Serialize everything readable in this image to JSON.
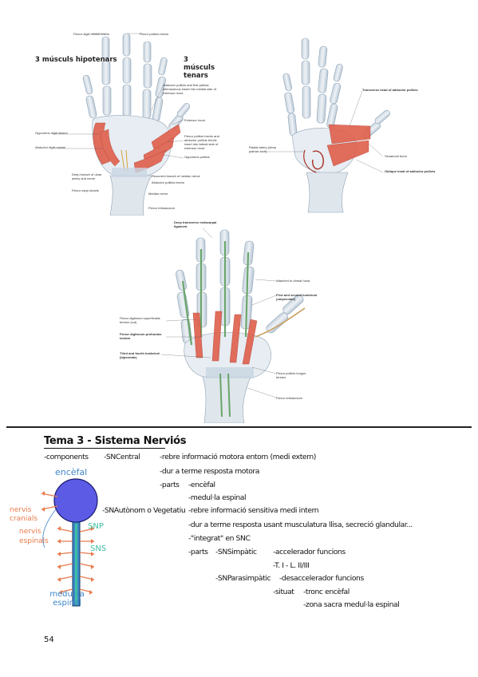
{
  "figures": {
    "fig1": {
      "left_heading": "3 músculs hipotenars",
      "right_heading": "3 músculs tenars",
      "labels": [
        "Flexor digiti minimi brevis",
        "Flexor pollicis brevis",
        "Adductor pollicis and first palmar interosseous insert into medial side of extensor hood",
        "Extensor hood",
        "Flexor pollicis brevis and abductor pollicis brevis insert into lateral side of extensor hood",
        "Opponens digiti minimi",
        "Abductor digiti minimi",
        "Opponens pollicis",
        "Deep branch of ulnar artery and nerve",
        "Recurrent branch of median nerve",
        "Abductor pollicis brevis",
        "Flexor carpi ulnaris",
        "Median nerve",
        "Flexor retinaculum"
      ]
    },
    "fig2": {
      "labels": [
        "Transverse head of adductor pollicis",
        "Radial artery (deep palmar arch)",
        "Sesamoid bone",
        "Oblique head of adductor pollicis"
      ]
    },
    "fig3": {
      "labels": [
        "Deep transverse metacarpal ligament",
        "Attached to dorsal hood",
        "First and second lumbrical (unipennate)",
        "Flexor digitorum superficialis tendon (cut)",
        "Flexor digitorum profundus tendon",
        "Third and fourth lumbrical (bipennate)",
        "Flexor pollicis longus tendon",
        "Flexor retinaculum"
      ]
    }
  },
  "notes": {
    "title": "Tema 3 - Sistema Nerviós",
    "lines": [
      "-components",
      "-SNCentral",
      "-rebre informació motora entorn (medi extern)",
      "-dur a terme resposta motora",
      "-parts",
      "-encèfal",
      "-medul·la espinal",
      "-SNAutònom o Vegetatiu",
      "-rebre informació sensitiva medi intern",
      "-dur a terme resposta usant musculatura llisa, secreció glandular...",
      "-\"integrat\" en SNC",
      "-parts",
      "-SNSimpàtic",
      "-accelerador funcions",
      "-T. I - L. II/III",
      "-SNParasimpàtic",
      "-desaccelerador funcions",
      "-situat",
      "-tronc encèfal",
      "-zona sacra medul·la espinal"
    ]
  },
  "sketch": {
    "labels": {
      "encefal": "encèfal",
      "nervis_cranials": "nervis cranials",
      "snp": "SNP",
      "nervis_espinals": "nervis espinals",
      "sns": "SNS",
      "medulla": "medul·la espinal"
    }
  },
  "page_number": "54",
  "colors": {
    "muscle": "#e0624f",
    "bone": "#dfe6ec",
    "bone_edge": "#8fa3b5",
    "sketch_blue": "#3f86c9",
    "sketch_purple": "#5b5be6",
    "sketch_orange": "#e87a4c",
    "sketch_green": "#3cbfa3"
  }
}
